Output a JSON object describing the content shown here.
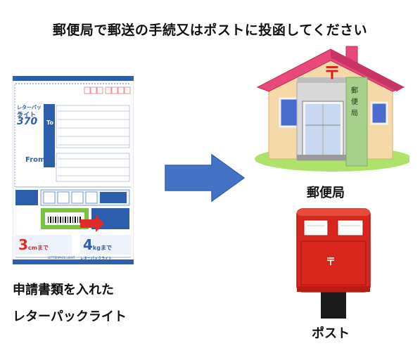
{
  "title": "郵便局で郵送の手続又はポストに投函してください",
  "left_caption": {
    "line1": "申請書類を入れた",
    "line2": "レターパックライト"
  },
  "post_office": {
    "label": "郵便局",
    "sign_text": "郵便局",
    "mark": "〒"
  },
  "mailbox": {
    "label": "ポスト",
    "mark": "〒"
  },
  "envelope": {
    "brand": "レターパック",
    "brand_line2": "ライト",
    "price": "370",
    "to_label": "To",
    "from_label": "From",
    "thickness": "3",
    "thickness_unit": "cmまで",
    "weight": "4",
    "weight_unit": "kgまで",
    "footer_brand": "レターパックライト",
    "footer_sub": "LETTERPACK LIGHT"
  },
  "colors": {
    "arrow": "#4472c4",
    "envelope_blue": "#2e5fae",
    "roof": "#e8487a",
    "wall": "#f6d9a8",
    "sign_green": "#a8d08d",
    "mailbox_red": "#d8261c",
    "grass": "#aee26a"
  }
}
